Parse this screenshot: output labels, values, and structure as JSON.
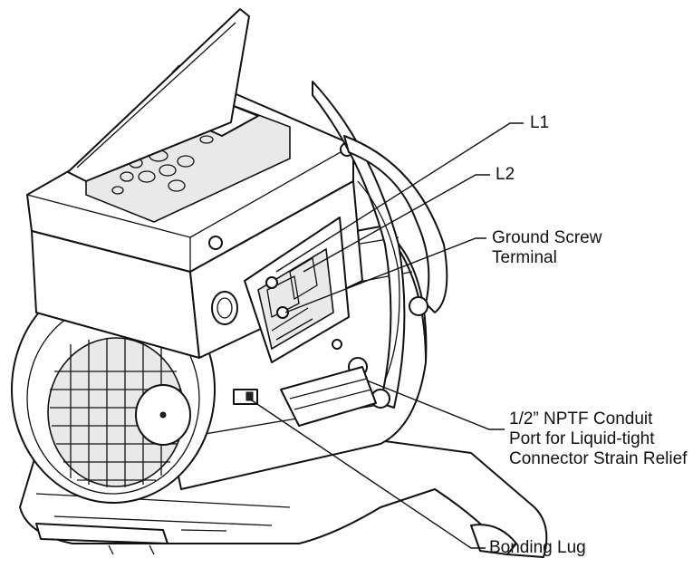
{
  "callouts": {
    "l1": {
      "text": "L1"
    },
    "l2": {
      "text": "L2"
    },
    "ground": {
      "lines": [
        "Ground Screw",
        "Terminal"
      ]
    },
    "conduit": {
      "lines": [
        "1/2” NPTF Conduit",
        "Port for Liquid-tight",
        "Connector Strain Relief"
      ]
    },
    "bonding": {
      "text": "Bonding Lug"
    }
  },
  "colors": {
    "line": "#111111",
    "background": "#ffffff"
  }
}
